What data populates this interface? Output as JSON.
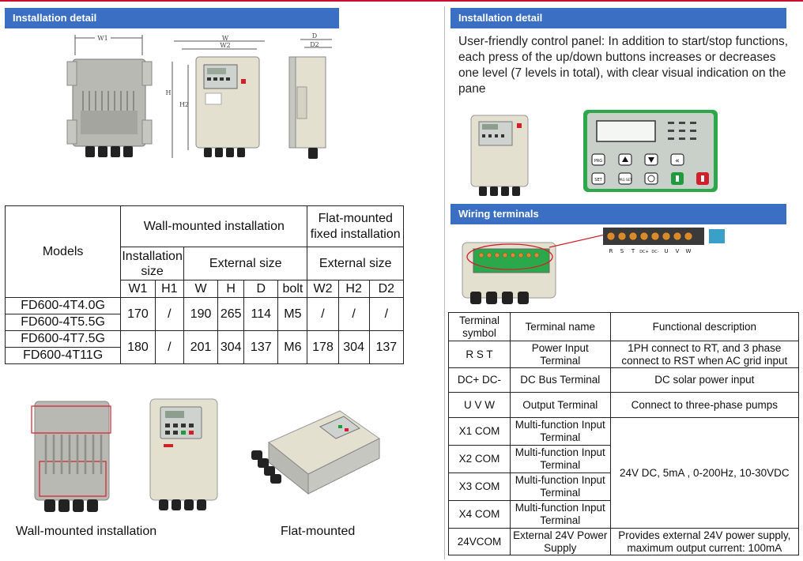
{
  "left_panel": {
    "header": "Installation detail",
    "dimension_labels": [
      "W1",
      "W",
      "W2",
      "H",
      "H2",
      "D",
      "D2"
    ],
    "spec_table": {
      "models_header": "Models",
      "group_wall": "Wall-mounted installation",
      "group_flat": "Flat-mounted fixed installation",
      "sub_install": "Installation size",
      "sub_external": "External size",
      "sub_external_flat": "External size",
      "columns": [
        "W1",
        "H1",
        "W",
        "H",
        "D",
        "bolt",
        "W2",
        "H2",
        "D2"
      ],
      "models": [
        "FD600-4T4.0G",
        "FD600-4T5.5G",
        "FD600-4T7.5G",
        "FD600-4T11G"
      ],
      "row_groups": [
        [
          "170",
          "/",
          "190",
          "265",
          "114",
          "M5",
          "/",
          "/",
          "/"
        ],
        [
          "180",
          "/",
          "201",
          "304",
          "137",
          "M6",
          "178",
          "304",
          "137"
        ]
      ]
    },
    "caption_wall": "Wall-mounted installation",
    "caption_flat": "Flat-mounted"
  },
  "right_panel": {
    "header": "Installation detail",
    "description": "User-friendly control panel: In addition to start/stop functions, each press of the up/down buttons increases or decreases one level (7 levels in total), with clear visual indication on the pane",
    "wiring_header": "Wiring terminals",
    "terminal_strip_labels": [
      "R",
      "S",
      "T",
      "DC+",
      "DC-",
      "U",
      "V",
      "W"
    ],
    "terminal_table": {
      "header_symbol": "Terminal symbol",
      "header_name": "Terminal name",
      "header_desc": "Functional description",
      "rows": [
        {
          "symbol": "R S T",
          "name": "Power Input Terminal",
          "desc": "1PH connect to RT, and 3 phase connect to RST when AC grid input"
        },
        {
          "symbol": "DC+ DC-",
          "name": "DC Bus Terminal",
          "desc": "DC solar power input"
        },
        {
          "symbol": "U V W",
          "name": "Output Terminal",
          "desc": "Connect to three-phase pumps"
        },
        {
          "symbol": "X1 COM",
          "name": "Multi-function Input Terminal"
        },
        {
          "symbol": "X2 COM",
          "name": "Multi-function Input Terminal"
        },
        {
          "symbol": "X3 COM",
          "name": "Multi-function Input Terminal"
        },
        {
          "symbol": "X4 COM",
          "name": "Multi-function Input Terminal"
        },
        {
          "symbol": "24VCOM",
          "name": "External 24V Power Supply",
          "desc": "Provides external 24V power supply, maximum output current: 100mA"
        }
      ],
      "x_group_desc": "24V DC, 5mA , 0-200Hz, 10-30VDC"
    },
    "keypad_labels": [
      "PRG",
      "SET",
      "PRG SET"
    ]
  },
  "colors": {
    "header_bar": "#3a6fc4",
    "top_line": "#c8102e",
    "device_body": "#e4e0cf",
    "heatsink": "#b9b9b4",
    "keypad_green": "#1f9a3c",
    "keypad_red": "#d0202a"
  }
}
